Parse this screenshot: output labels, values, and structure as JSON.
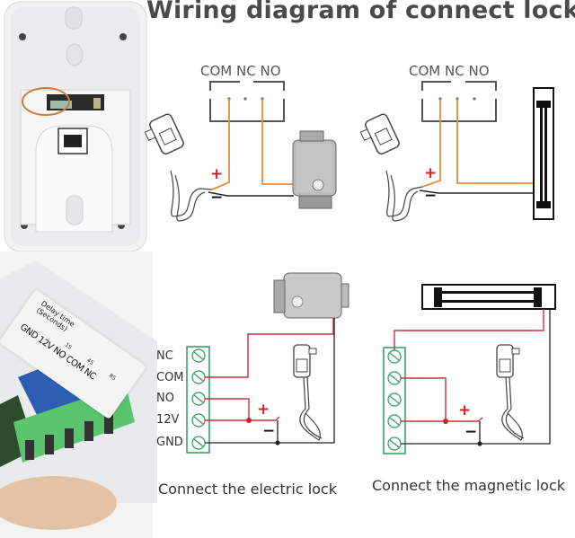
{
  "title": "Wiring diagram of connect lock",
  "top_diagrams": [
    {
      "name": "electric-lock-relay-wiring",
      "relay_labels": [
        "COM",
        "NC",
        "NO"
      ],
      "polarity": {
        "plus": "+",
        "minus": "−"
      },
      "connections": [
        "COM → power +",
        "NO → electric lock",
        "power − → electric lock"
      ]
    },
    {
      "name": "magnetic-lock-relay-wiring",
      "relay_labels": [
        "COM",
        "NC",
        "NO"
      ],
      "polarity": {
        "plus": "+",
        "minus": "−"
      },
      "connections": [
        "COM → power +",
        "NC → magnetic lock",
        "power − → magnetic lock"
      ]
    }
  ],
  "module_photo": {
    "sticker_line1": "Delay time",
    "sticker_line2": "(Seconds)",
    "sticker_terminals": "GND 12V NO COM NC",
    "delay_options": [
      "1S",
      "4S",
      "8S"
    ]
  },
  "bottom_diagrams": [
    {
      "caption": "Connect the electric lock",
      "terminals": [
        "NC",
        "COM",
        "NO",
        "12V",
        "GND"
      ],
      "polarity": {
        "plus": "+",
        "minus": "−"
      }
    },
    {
      "caption": "Connect the magnetic lock",
      "polarity": {
        "plus": "+",
        "minus": "−"
      }
    }
  ],
  "colors": {
    "title": "#4a4a4a",
    "orange_wire": "#e0903a",
    "red_wire": "#c8323c",
    "black_wire": "#222222",
    "terminal_green": "#2e9a5e",
    "plus_red": "#d0202a"
  }
}
